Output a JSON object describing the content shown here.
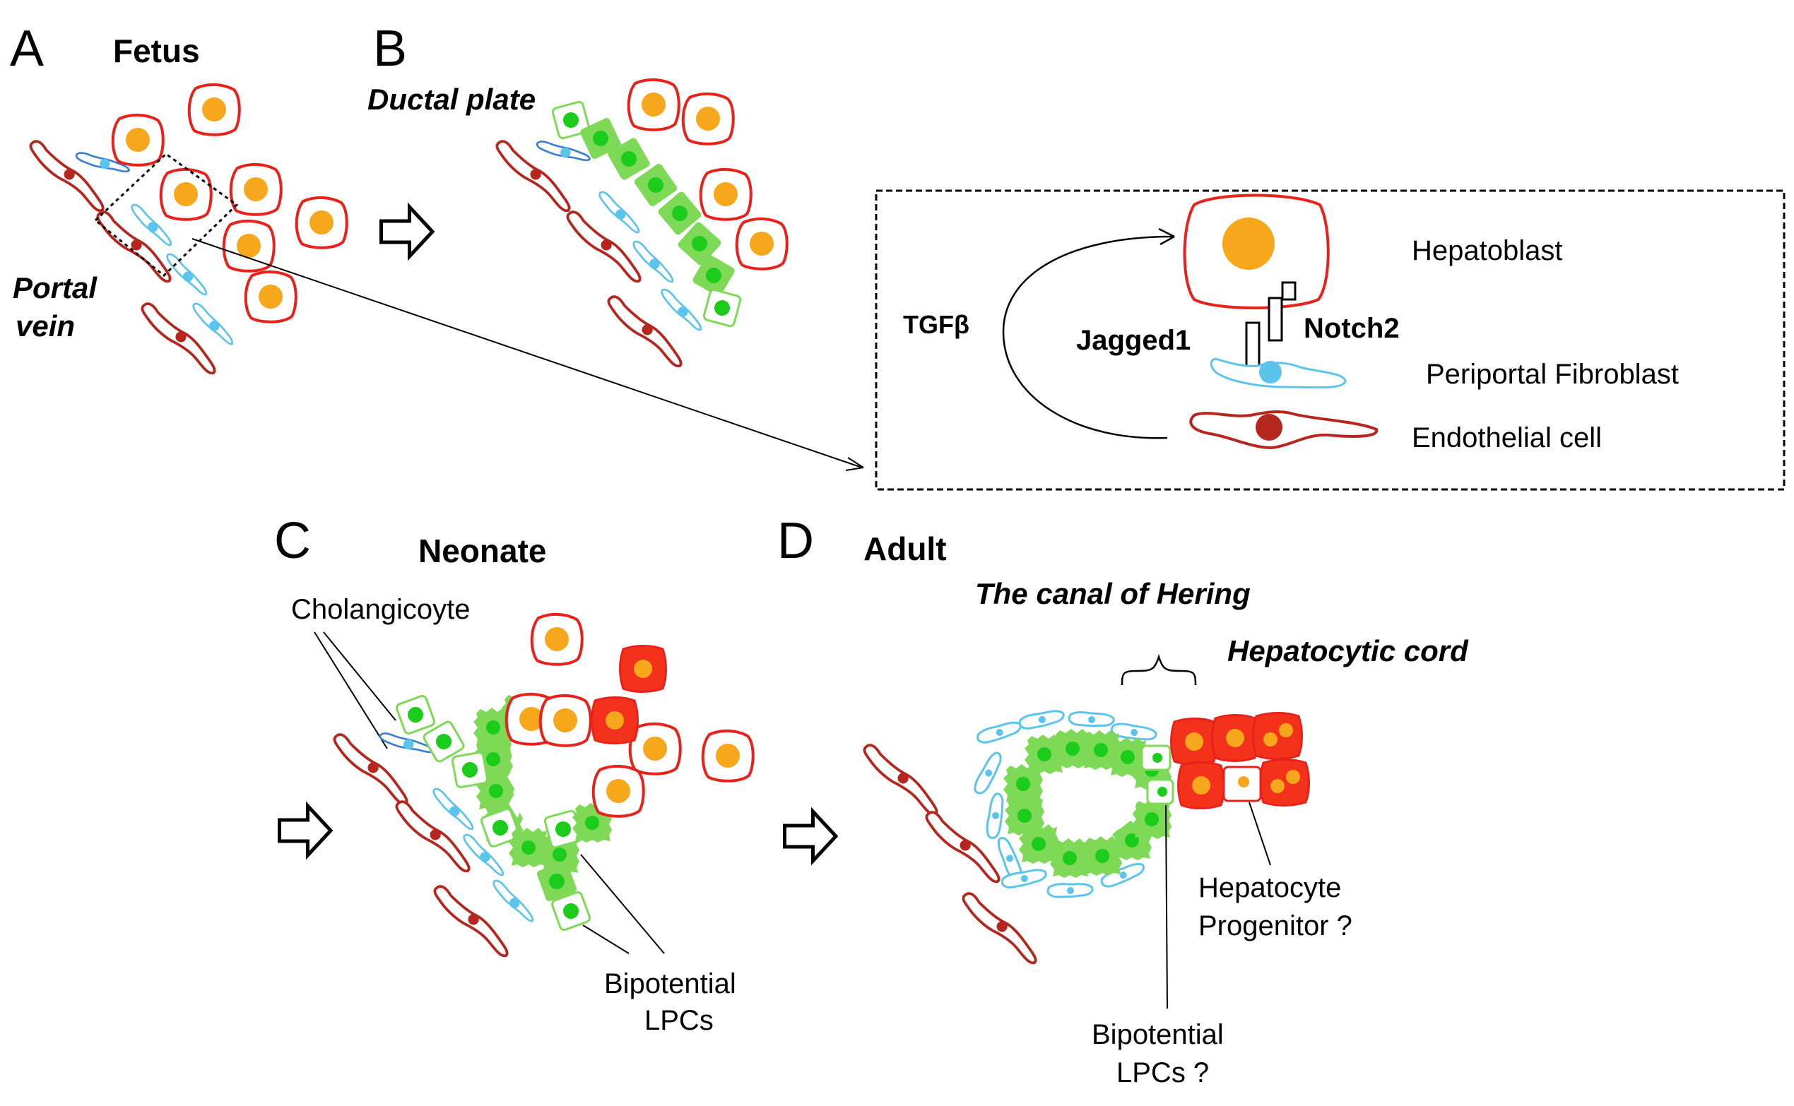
{
  "panels": {
    "a": {
      "letter": "A",
      "title": "Fetus",
      "portal_line1": "Portal",
      "portal_line2": "vein"
    },
    "b": {
      "letter": "B",
      "title": "Ductal plate"
    },
    "inset": {
      "tgf": "TGFβ",
      "jagged": "Jagged1",
      "notch": "Notch2",
      "hepatoblast": "Hepatoblast",
      "fibroblast": "Periportal Fibroblast",
      "endothelial": "Endothelial cell"
    },
    "c": {
      "letter": "C",
      "title": "Neonate",
      "cholangiocyte": "Cholangicoyte",
      "lpc_line1": "Bipotential",
      "lpc_line2": "LPCs"
    },
    "d": {
      "letter": "D",
      "title": "Adult",
      "canal": "The canal of Hering",
      "cord": "Hepatocytic cord",
      "prog_line1": "Hepatocyte",
      "prog_line2": "Progenitor ?",
      "lpc_line1": "Bipotential",
      "lpc_line2": "LPCs ?"
    }
  },
  "colors": {
    "hepatoblast_border": "#e8221b",
    "hepatoblast_nucleus": "#f7a71b",
    "endothelial": "#b5261e",
    "fibroblast_light": "#5bc4ec",
    "fibroblast_dark": "#3a7fd0",
    "biliary": "#7ed957",
    "biliary_nucleus": "#1bcc1b",
    "hepatocyte": "#f4321c"
  }
}
